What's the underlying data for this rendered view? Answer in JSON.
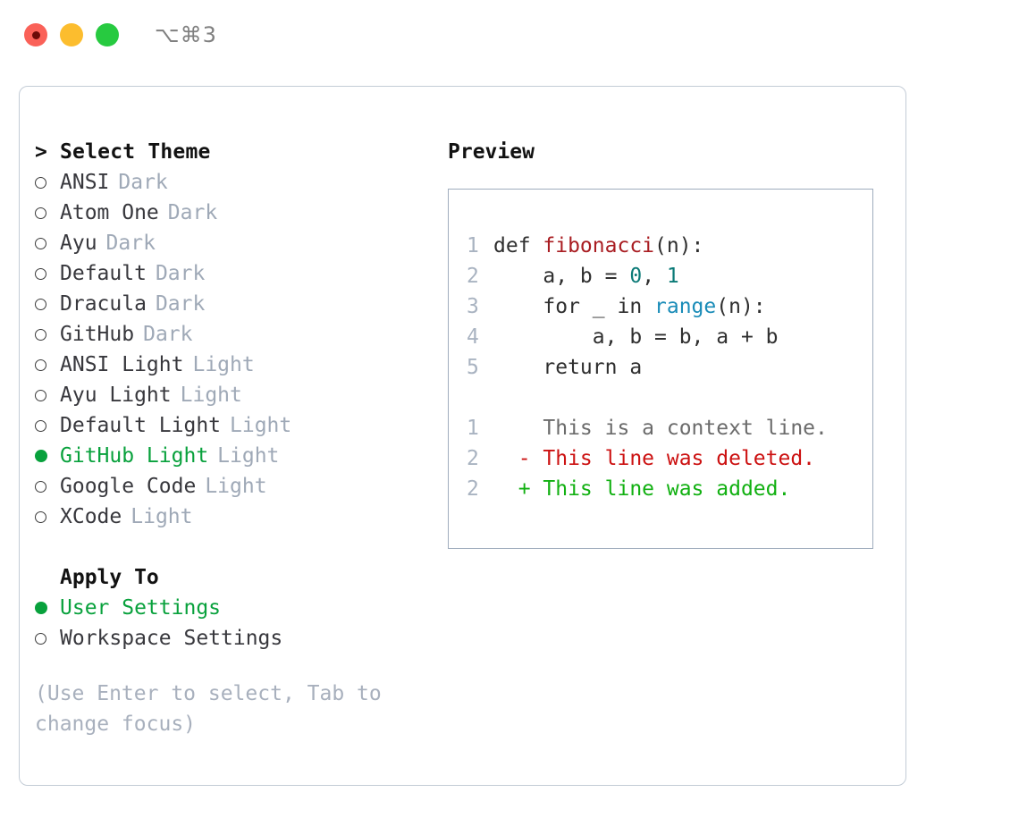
{
  "window": {
    "title": "⌥⌘3",
    "traffic_lights": [
      {
        "name": "close",
        "color": "#fa6158"
      },
      {
        "name": "minimize",
        "color": "#fcbd2e"
      },
      {
        "name": "zoom",
        "color": "#27ca40"
      }
    ]
  },
  "accent": {
    "green": "#08a13c",
    "muted": "#9fa9b7",
    "border": "#c3ccd6",
    "preview_border": "#9facbd"
  },
  "left": {
    "header_caret": ">",
    "header_label": "Select Theme",
    "themes": [
      {
        "name": "ANSI",
        "badge": "Dark",
        "selected": false,
        "marker": "○"
      },
      {
        "name": "Atom One",
        "badge": "Dark",
        "selected": false,
        "marker": "○"
      },
      {
        "name": "Ayu",
        "badge": "Dark",
        "selected": false,
        "marker": "○"
      },
      {
        "name": "Default",
        "badge": "Dark",
        "selected": false,
        "marker": "○"
      },
      {
        "name": "Dracula",
        "badge": "Dark",
        "selected": false,
        "marker": "○"
      },
      {
        "name": "GitHub",
        "badge": "Dark",
        "selected": false,
        "marker": "○"
      },
      {
        "name": "ANSI Light",
        "badge": "Light",
        "selected": false,
        "marker": "○"
      },
      {
        "name": "Ayu Light",
        "badge": "Light",
        "selected": false,
        "marker": "○"
      },
      {
        "name": "Default Light",
        "badge": "Light",
        "selected": false,
        "marker": "○"
      },
      {
        "name": "GitHub Light",
        "badge": "Light",
        "selected": true,
        "marker": "●"
      },
      {
        "name": "Google Code",
        "badge": "Light",
        "selected": false,
        "marker": "○"
      },
      {
        "name": "XCode",
        "badge": "Light",
        "selected": false,
        "marker": "○"
      }
    ],
    "apply_to": {
      "header_label": "Apply To",
      "options": [
        {
          "name": "User Settings",
          "selected": true,
          "marker": "●"
        },
        {
          "name": "Workspace Settings",
          "selected": false,
          "marker": "○"
        }
      ]
    },
    "hint": "(Use Enter to select, Tab to change focus)"
  },
  "right": {
    "title": "Preview",
    "code_lines": [
      {
        "no": "1",
        "tokens": [
          {
            "text": "def ",
            "kind": "plain"
          },
          {
            "text": "fibonacci",
            "kind": "fn"
          },
          {
            "text": "(n):",
            "kind": "plain"
          }
        ]
      },
      {
        "no": "2",
        "tokens": [
          {
            "text": "    a, b = ",
            "kind": "plain"
          },
          {
            "text": "0",
            "kind": "num"
          },
          {
            "text": ", ",
            "kind": "plain"
          },
          {
            "text": "1",
            "kind": "num"
          }
        ]
      },
      {
        "no": "3",
        "tokens": [
          {
            "text": "    for _ in ",
            "kind": "plain"
          },
          {
            "text": "range",
            "kind": "builtin"
          },
          {
            "text": "(n):",
            "kind": "plain"
          }
        ]
      },
      {
        "no": "4",
        "tokens": [
          {
            "text": "        a, b = b, a + b",
            "kind": "plain"
          }
        ]
      },
      {
        "no": "5",
        "tokens": [
          {
            "text": "    return a",
            "kind": "plain"
          }
        ]
      }
    ],
    "diff_lines": [
      {
        "no": "1",
        "prefix": "  ",
        "text": "This is a context line.",
        "kind": "ctx"
      },
      {
        "no": "2",
        "prefix": "- ",
        "text": "This line was deleted.",
        "kind": "del"
      },
      {
        "no": "2",
        "prefix": "+ ",
        "text": "This line was added.",
        "kind": "add"
      }
    ]
  }
}
